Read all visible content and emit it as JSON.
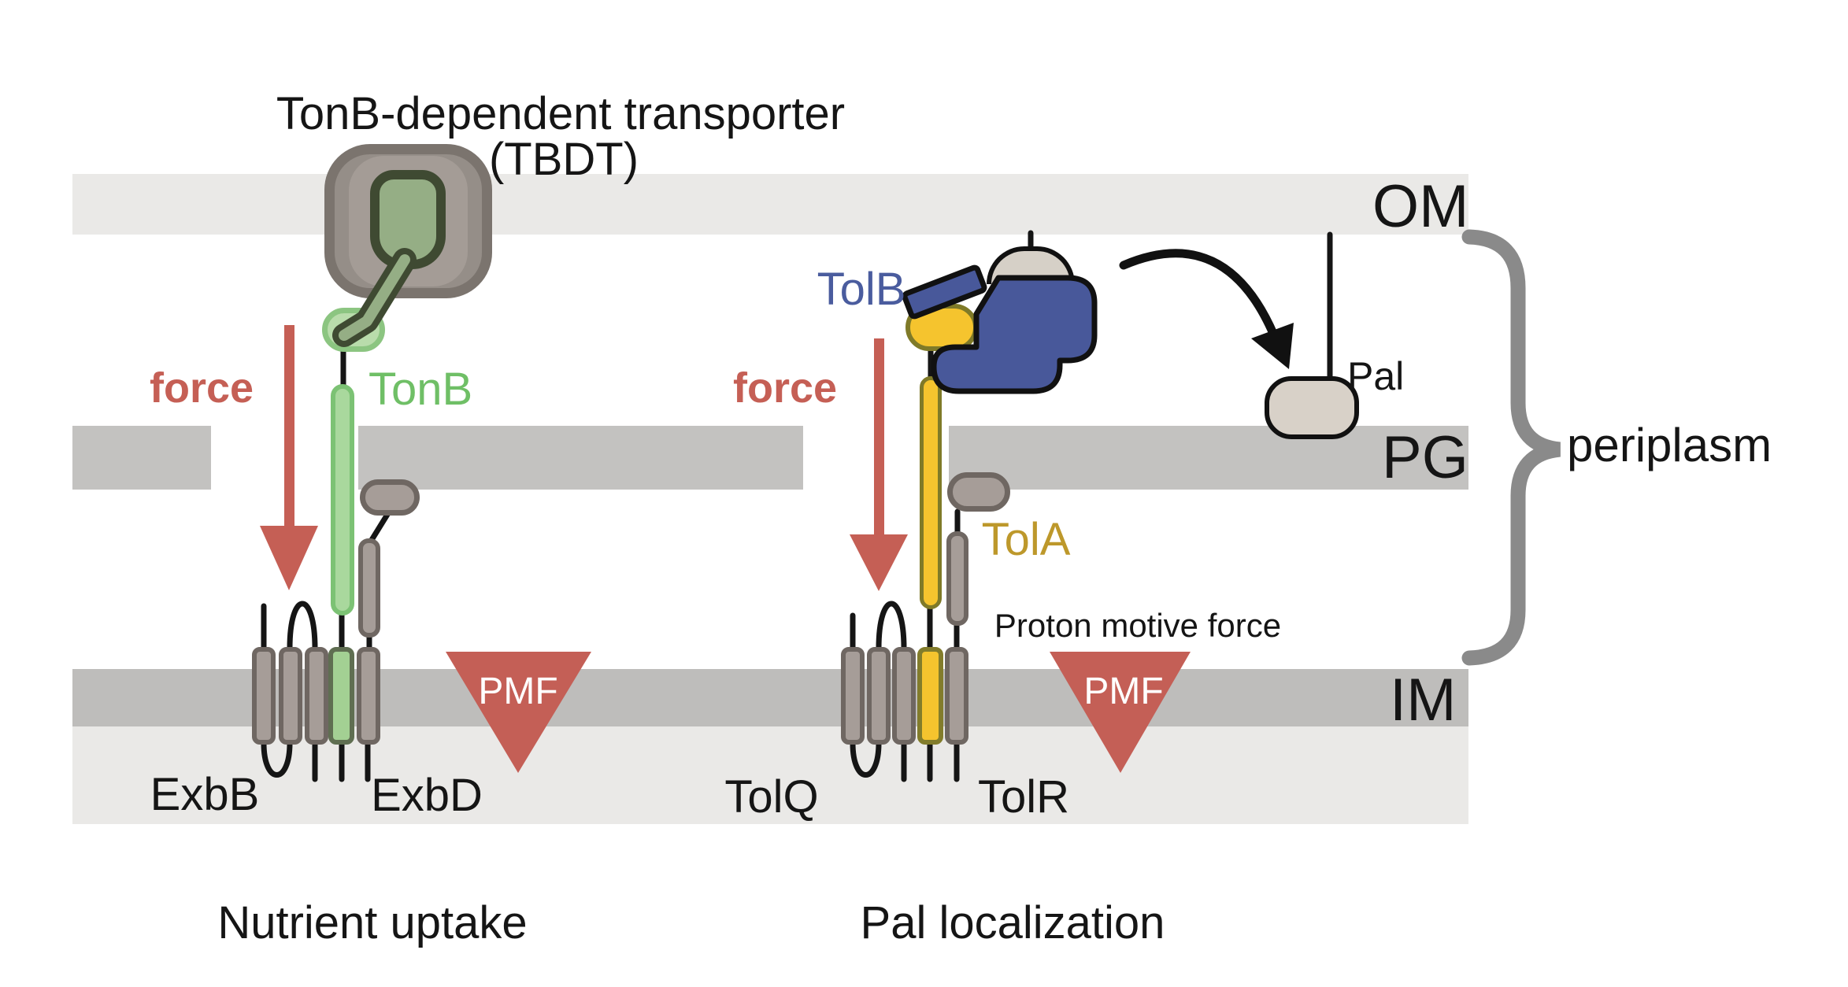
{
  "title": {
    "line1": "TonB-dependent transporter",
    "line2": "(TBDT)"
  },
  "membrane_labels": {
    "outer": "OM",
    "peptidoglycan": "PG",
    "inner": "IM",
    "periplasm": "periplasm"
  },
  "left_system": {
    "force_label": "force",
    "tonb_label": "TonB",
    "exbb_label": "ExbB",
    "exbd_label": "ExbD",
    "pmf_label": "PMF",
    "caption": "Nutrient uptake"
  },
  "right_system": {
    "force_label": "force",
    "tolb_label": "TolB",
    "tola_label": "TolA",
    "tolq_label": "TolQ",
    "tolr_label": "TolR",
    "pmf_label": "PMF",
    "pmf_caption": "Proton motive force",
    "pal_label": "Pal",
    "caption": "Pal localization"
  },
  "colors": {
    "force_red": "#c55f55",
    "pmf_red": "#c45f56",
    "tonb_green": "#6fbf66",
    "tola_gold": "#bd982b",
    "tolb_blue": "#48589a",
    "pal_beige": "#d8d1c8",
    "membrane_light": "#eae9e7",
    "membrane_mid": "#c3c2c0",
    "helix_taupe": "#a69d98",
    "brace_gray": "#8a8a8a"
  }
}
